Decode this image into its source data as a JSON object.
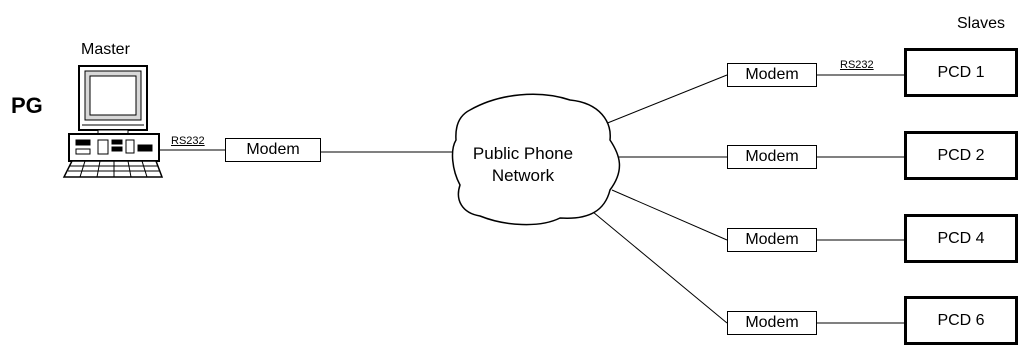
{
  "labels": {
    "master": "Master",
    "slaves": "Slaves",
    "pg": "PG",
    "rs232_master": "RS232",
    "rs232_slave": "RS232"
  },
  "network": {
    "line1": "Public Phone",
    "line2": "Network"
  },
  "modems": {
    "master": "Modem",
    "m1": "Modem",
    "m2": "Modem",
    "m4": "Modem",
    "m6": "Modem"
  },
  "slaves": {
    "pcd1": "PCD 1",
    "pcd2": "PCD 2",
    "pcd4": "PCD 4",
    "pcd6": "PCD 6"
  },
  "icons": {
    "computer": "desktop-computer-icon"
  }
}
